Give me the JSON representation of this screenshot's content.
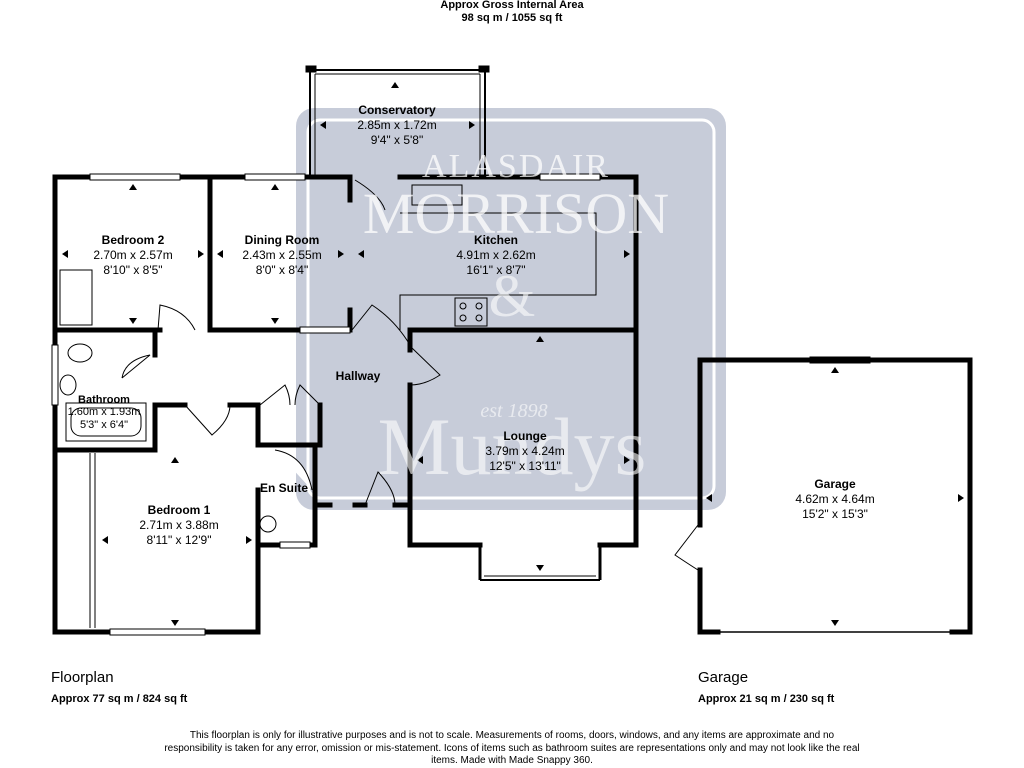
{
  "header": {
    "title": "Approx Gross Internal Area",
    "area": "98 sq m / 1055 sq ft"
  },
  "rooms": {
    "conservatory": {
      "name": "Conservatory",
      "metric": "2.85m x 1.72m",
      "imperial": "9'4\" x 5'8\""
    },
    "bedroom2": {
      "name": "Bedroom 2",
      "metric": "2.70m x 2.57m",
      "imperial": "8'10\" x 8'5\""
    },
    "dining_room": {
      "name": "Dining Room",
      "metric": "2.43m x 2.55m",
      "imperial": "8'0\" x 8'4\""
    },
    "kitchen": {
      "name": "Kitchen",
      "metric": "4.91m x 2.62m",
      "imperial": "16'1\" x 8'7\""
    },
    "hallway": {
      "name": "Hallway"
    },
    "bathroom": {
      "name": "Bathroom",
      "metric": "1.60m x 1.93m",
      "imperial": "5'3\" x 6'4\""
    },
    "lounge": {
      "name": "Lounge",
      "metric": "3.79m x 4.24m",
      "imperial": "12'5\" x 13'11\""
    },
    "en_suite": {
      "name": "En Suite"
    },
    "bedroom1": {
      "name": "Bedroom 1",
      "metric": "2.71m x 3.88m",
      "imperial": "8'11\" x 12'9\""
    },
    "garage": {
      "name": "Garage",
      "metric": "4.62m x 4.64m",
      "imperial": "15'2\" x 15'3\""
    }
  },
  "floorplan": {
    "title": "Floorplan",
    "area": "Approx 77 sq m / 824 sq ft"
  },
  "garage_plan": {
    "title": "Garage",
    "area": "Approx 21 sq m / 230 sq ft"
  },
  "watermark": {
    "line1": "ALASDAIR",
    "line2": "MORRISON",
    "amp": "&",
    "est": "est 1898",
    "line3": "Mundys",
    "color": "#3a4a7a",
    "accent": "#e8c25a"
  },
  "disclaimer": "This floorplan is only for illustrative purposes and is not to scale. Measurements of rooms, doors, windows, and any items are approximate and no responsibility is taken for any error, omission or mis-statement. Icons of items such as bathroom suites are representations only and may not look like the real items. Made with Made Snappy 360."
}
